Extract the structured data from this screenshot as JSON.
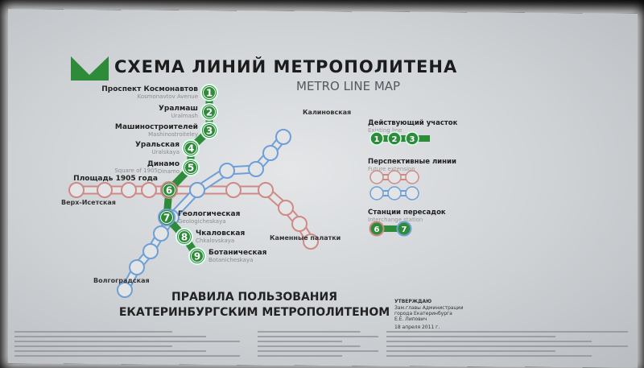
{
  "title": "СХЕМА ЛИНИЙ МЕТРОПОЛИТЕНА",
  "subtitle": "METRO LINE MAP",
  "colors": {
    "green": "#2e8b3a",
    "red": "#cf8a86",
    "blue": "#6f9fd6",
    "title": "#1c1c1c",
    "subtitle": "#55585c"
  },
  "logo": "M",
  "stations": [
    {
      "num": "1",
      "name": "Проспект Космонавтов",
      "name_en": "Kosmonavtov Avenue"
    },
    {
      "num": "2",
      "name": "Уралмаш",
      "name_en": "Uralmash"
    },
    {
      "num": "3",
      "name": "Машиностроителей",
      "name_en": "Mashinostroiteley"
    },
    {
      "num": "4",
      "name": "Уральская",
      "name_en": "Uralskaya"
    },
    {
      "num": "5",
      "name": "Динамо",
      "name_en": "Dinamo"
    },
    {
      "num": "6",
      "name": "Площадь 1905 года",
      "name_en": "Square of 1905"
    },
    {
      "num": "7",
      "name": "Геологическая",
      "name_en": "Geologicheskaya"
    },
    {
      "num": "8",
      "name": "Чкаловская",
      "name_en": "Chkalovskaya"
    },
    {
      "num": "9",
      "name": "Ботаническая",
      "name_en": "Botanicheskaya"
    }
  ],
  "future_stations": {
    "kalinovskaya": "Калиновская",
    "kamennye": "Каменные палатки",
    "volgogradskaya": "Волгоградская",
    "verkh_isetskaya": "Верх-Исетская"
  },
  "legend": {
    "existing": "Действующий участок",
    "existing_en": "Existing line",
    "future": "Перспективные линии",
    "future_en": "Future extension",
    "interchange": "Станции пересадок",
    "interchange_en": "Interchange station"
  },
  "rules": {
    "line1": "ПРАВИЛА  ПОЛЬЗОВАНИЯ",
    "line2": "ЕКАТЕРИНБУРГСКИМ  МЕТРОПОЛИТЕНОМ"
  },
  "approval": {
    "l1": "УТВЕРЖДАЮ",
    "l2": "Зам.главы Администрации",
    "l3": "города Екатеринбурга",
    "l4": "Е.Е. Липович",
    "l5": "18 апреля 2011 г."
  }
}
